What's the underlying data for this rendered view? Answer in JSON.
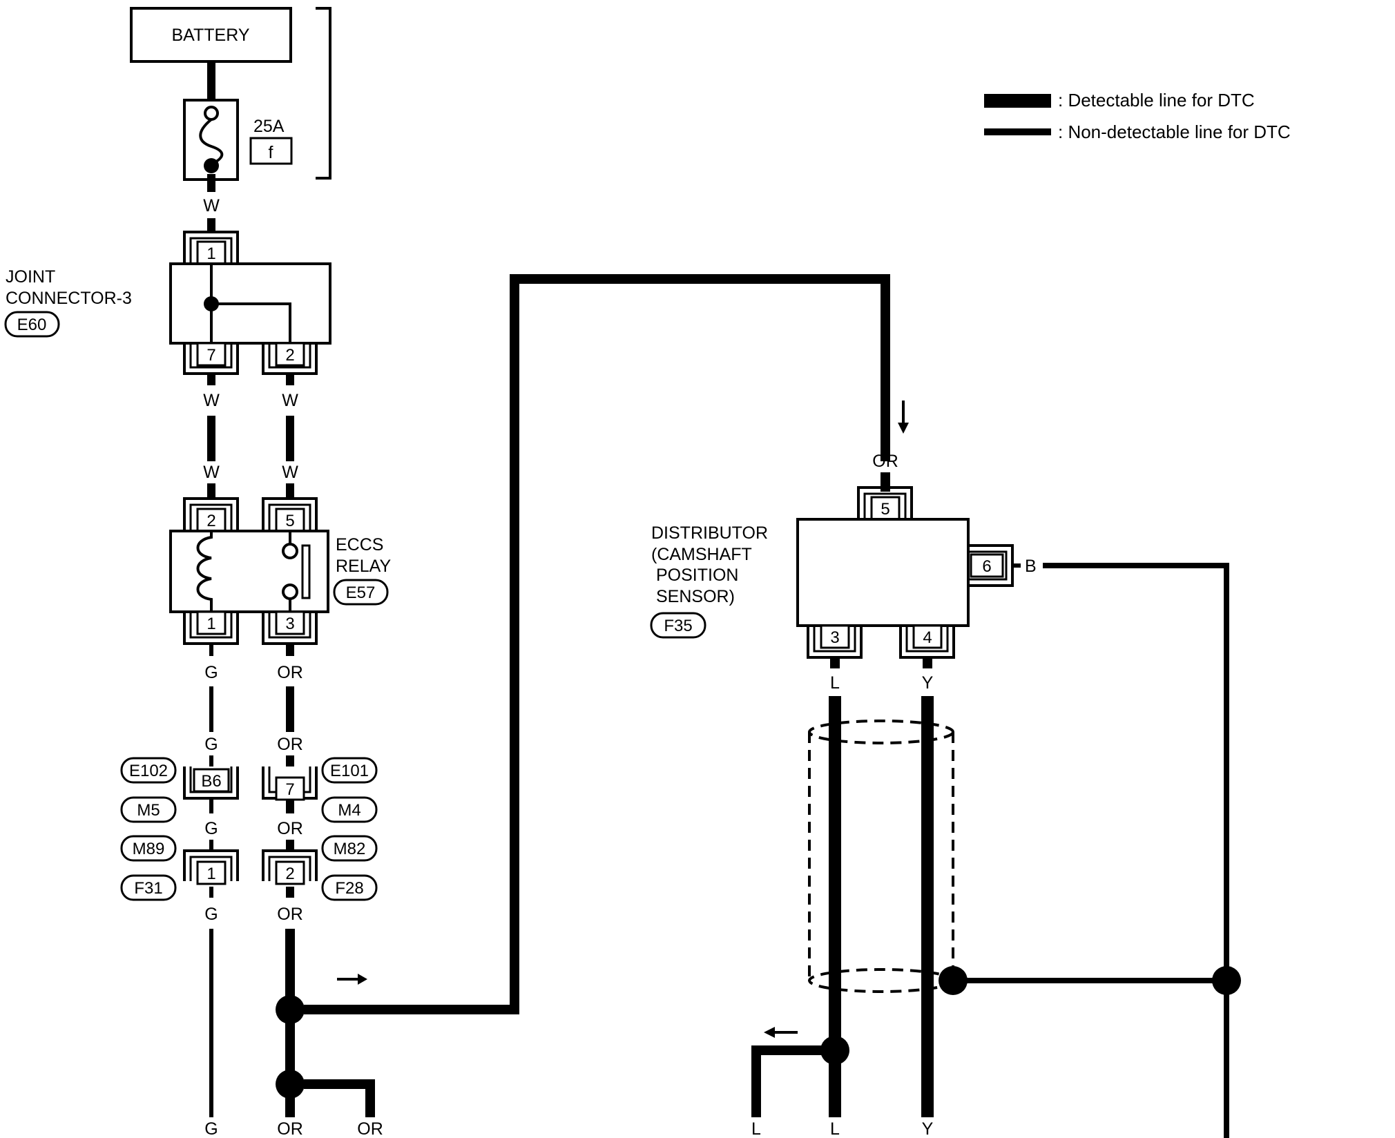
{
  "legend": {
    "detectable": ": Detectable line for DTC",
    "non_detectable": ": Non-detectable line for DTC"
  },
  "battery": {
    "label": "BATTERY"
  },
  "fuse": {
    "rating": "25A",
    "letter": "f"
  },
  "joint_connector": {
    "line1": "JOINT",
    "line2": "CONNECTOR-3",
    "ref": "E60",
    "pins": {
      "in": "1",
      "out_left": "7",
      "out_right": "2"
    }
  },
  "eccs_relay": {
    "line1": "ECCS",
    "line2": "RELAY",
    "ref": "E57",
    "pins": {
      "top_left": "2",
      "top_right": "5",
      "bot_left": "1",
      "bot_right": "3"
    }
  },
  "distributor": {
    "line1": "DISTRIBUTOR",
    "line2": "(CAMSHAFT",
    "line3": "POSITION",
    "line4": "SENSOR)",
    "ref": "F35",
    "pins": {
      "top": "5",
      "right": "6",
      "bot_left": "3",
      "bot_right": "4"
    }
  },
  "connectors": {
    "c1": {
      "pin": "B6",
      "ref_top": "E102",
      "ref_bot": "M5"
    },
    "c2": {
      "pin": "7",
      "ref_top": "E101",
      "ref_bot": "M4"
    },
    "c3": {
      "pin": "1",
      "ref_top": "M89",
      "ref_bot": "F31"
    },
    "c4": {
      "pin": "2",
      "ref_top": "M82",
      "ref_bot": "F28"
    }
  },
  "wire_colors": {
    "W": "W",
    "G": "G",
    "OR": "OR",
    "L": "L",
    "Y": "Y",
    "B": "B"
  }
}
